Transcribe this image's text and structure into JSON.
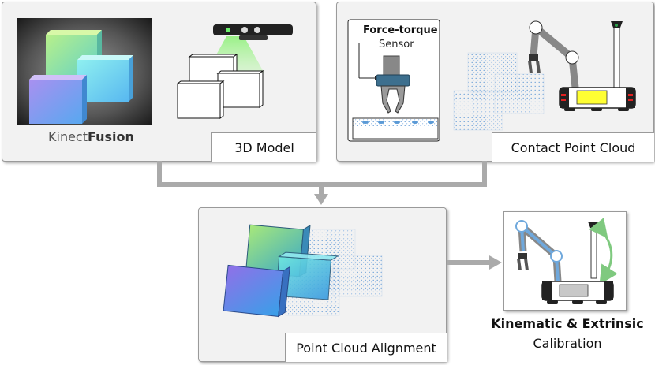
{
  "panels": {
    "kinect": {
      "caption": "3D Model",
      "inset_word1": "Kinect",
      "inset_word2": "Fusion"
    },
    "contact": {
      "caption": "Contact Point Cloud",
      "sensor_title": "Force-torque",
      "sensor_sub": "Sensor"
    },
    "alignment": {
      "caption": "Point Cloud Alignment"
    }
  },
  "result": {
    "title": "Kinematic & Extrinsic",
    "subtitle": "Calibration"
  },
  "colors": {
    "flow_arrow": "#aaaaaa",
    "panel_bg": "#f2f2f2",
    "robot_link": "#6fa8dc",
    "robot_yellow": "#ffff33",
    "motion_arc": "#7fc97f"
  }
}
